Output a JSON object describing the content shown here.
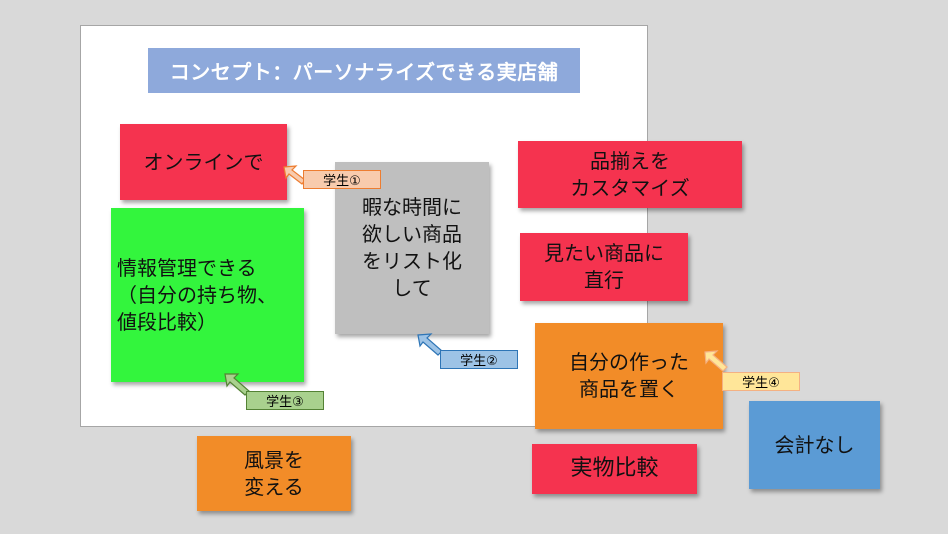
{
  "title": "コンセプト：パーソナライズできる実店舗",
  "notes": {
    "online": "オンラインで",
    "info_manage": "情報管理できる\n（自分の持ち物、\n値段比較）",
    "spare_time": "暇な時間に\n欲しい商品\nをリスト化\nして",
    "customize": "品揃えを\nカスタマイズ",
    "direct": "見たい商品に\n直行",
    "own_products": "自分の作った\n商品を置く",
    "scenery": "風景を\n変える",
    "compare": "実物比較",
    "no_checkout": "会計なし"
  },
  "students": {
    "s1": "学生①",
    "s2": "学生②",
    "s3": "学生③",
    "s4": "学生④"
  },
  "colors": {
    "red": "#f5334f",
    "green": "#33f53d",
    "gray": "#bfbfbf",
    "orange": "#f28c28",
    "blue": "#5b9bd5",
    "title": "#8ea9db"
  }
}
